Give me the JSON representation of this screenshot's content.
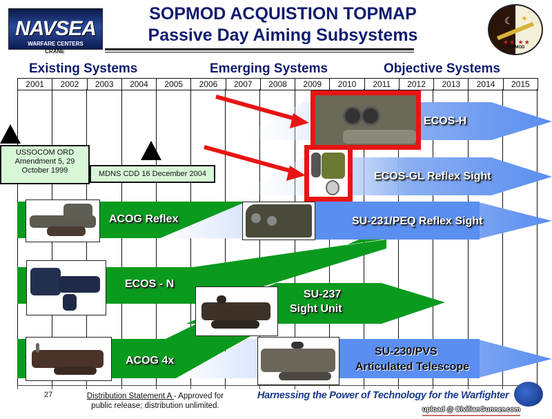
{
  "header": {
    "title_line1": "SOPMOD ACQUISTION TOPMAP",
    "title_line2": "Passive Day Aiming  Subsystems",
    "left_logo": {
      "name": "NAVSEA",
      "subtitle": "WARFARE CENTERS",
      "location": "CRANE"
    },
    "right_logo": {
      "name": "SOPMOD"
    }
  },
  "sections": [
    "Existing Systems",
    "Emerging Systems",
    "Objective Systems"
  ],
  "timeline": {
    "years": [
      "2001",
      "2002",
      "2003",
      "2004",
      "2005",
      "2006",
      "2007",
      "2008",
      "2009",
      "2010",
      "2011",
      "2012",
      "2013",
      "2014",
      "2015"
    ]
  },
  "milestones": [
    {
      "text_lines": [
        "USSOCOM ORD",
        "Amendment 5, 29",
        "October 1999"
      ]
    },
    {
      "text": "MDNS CDD 16 December 2004"
    }
  ],
  "programs": [
    {
      "label": "ECOS-H",
      "category": "Objective",
      "color": "#5a8ef0",
      "highlighted": true
    },
    {
      "label": "ECOS-GL Reflex Sight",
      "category": "Objective",
      "color": "#5a8ef0",
      "highlighted": true
    },
    {
      "label": "ACOG Reflex",
      "category": "Existing",
      "color": "#0a9a1e",
      "transitions_to": "SU-231/PEQ Reflex Sight"
    },
    {
      "label": "SU-231/PEQ Reflex Sight",
      "category": "Objective",
      "color": "#5a8ef0"
    },
    {
      "label": "ECOS - N",
      "category": "Existing",
      "color": "#0a9a1e",
      "transitions_to": "SU-237 Sight Unit"
    },
    {
      "label_lines": [
        "SU-237",
        "Sight Unit"
      ],
      "category": "Emerging",
      "color": "#0a9a1e"
    },
    {
      "label": "ACOG 4x",
      "category": "Existing",
      "color": "#0a9a1e",
      "transitions_to": "SU-230/PVS Articulated Telescope"
    },
    {
      "label_lines": [
        "SU-230/PVS",
        "Articulated Telescope"
      ],
      "category": "Objective",
      "color": "#5a8ef0"
    }
  ],
  "colors": {
    "title": "#0f1c6e",
    "green": "#0a9a1e",
    "blue": "#5a8ef0",
    "highlight_red": "#e81414",
    "note_bg": "#d7f7d7"
  },
  "footer": {
    "page_number": "27",
    "distribution_link": "Distribution Statement A ",
    "distribution_rest": "- Approved for",
    "distribution_line2": "public release; distribution unlimited.",
    "slogan": "Harnessing the Power of Technology for the Warfighter",
    "watermark": "upload @ CivilianGunner.com"
  }
}
